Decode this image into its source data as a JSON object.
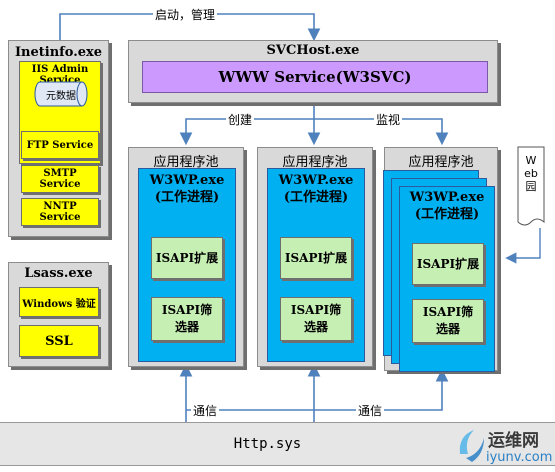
{
  "top_arrow_label": "启动，管理",
  "inetinfo": {
    "title": "Inetinfo.exe",
    "iis_admin": "IIS Admin Service",
    "metabase": "元数据",
    "services": [
      "FTP Service",
      "SMTP Service",
      "NNTP Service"
    ]
  },
  "lsass": {
    "title": "Lsass.exe",
    "windows_auth": "Windows 验证",
    "ssl": "SSL"
  },
  "svchost": {
    "title": "SVCHost.exe",
    "www_service": "WWW Service(W3SVC)"
  },
  "create_label": "创建",
  "monitor_label": "监视",
  "pools": [
    {
      "title": "应用程序池",
      "w3wp_line1": "W3WP.exe",
      "w3wp_line2": "(工作进程)",
      "isapi_ext": "ISAPI扩展",
      "isapi_filter": "ISAPI筛选器"
    },
    {
      "title": "应用程序池",
      "w3wp_line1": "W3WP.exe",
      "w3wp_line2": "(工作进程)",
      "isapi_ext": "ISAPI扩展",
      "isapi_filter": "ISAPI筛选器"
    },
    {
      "title": "应用程序池",
      "w3wp_line1": "W3WP.exe",
      "w3wp_line2": "(工作进程)",
      "isapi_ext": "ISAPI扩展",
      "isapi_filter": "ISAPI筛选器"
    }
  ],
  "web_garden": "Web园",
  "comm_label": "通信",
  "http_sys": "Http.sys",
  "watermark": {
    "text": "运维网",
    "url": "iyunv.com"
  },
  "colors": {
    "panel": "#d9d9d9",
    "yellow": "#ffff00",
    "purple": "#cc99ff",
    "cyan": "#00b0f0",
    "green": "#c6efb4",
    "arrow": "#4f81bd"
  }
}
